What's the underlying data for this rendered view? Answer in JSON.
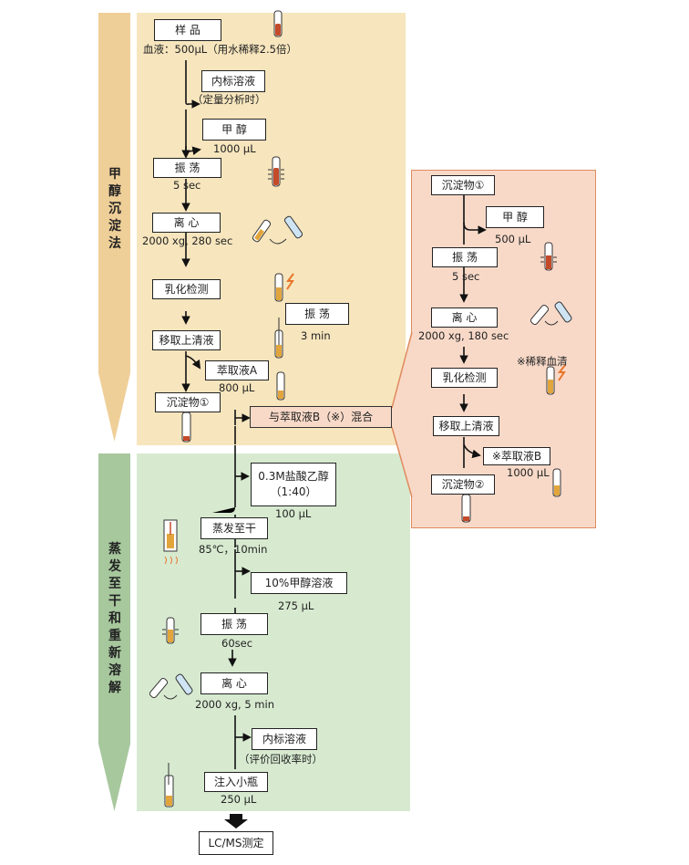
{
  "colors": {
    "methanol_panel": "#f6e5bd",
    "methanol_arrow": "#efcf98",
    "dry_panel": "#d7ead0",
    "dry_arrow": "#a7c79d",
    "reextract_panel": "#f8d9c8",
    "reextract_border": "#e08a5e",
    "tube_liquid": "#e2a53b",
    "tube_red": "#c44a2a",
    "accent_orange": "#e8752a"
  },
  "side_labels": {
    "methanol": "甲醇沉淀法",
    "dry": "蒸发至干和重新溶解"
  },
  "main": {
    "sample": "样 品",
    "sample_note": "血液：500μL（用水稀释2.5倍）",
    "internal_std": "内标溶液",
    "internal_std_note": "（定量分析时）",
    "methanol": "甲 醇",
    "methanol_vol": "1000 μL",
    "shake": "振 荡",
    "shake_time": "5 sec",
    "centrifuge": "离 心",
    "centrifuge_cond": "2000 xg, 280 sec",
    "emulsion": "乳化检测",
    "shake2": "振 荡",
    "shake2_time": "3 min",
    "transfer": "移取上清液",
    "extract_a": "萃取液A",
    "extract_a_vol": "800 μL",
    "precipitate1": "沉淀物①",
    "mix_b": "与萃取液B（※）混合"
  },
  "dry": {
    "hcl": "0.3M盐酸乙醇",
    "hcl_ratio": "（1:40）",
    "hcl_vol": "100 μL",
    "evaporate": "蒸发至干",
    "evaporate_cond": "85℃，10min",
    "meoh10": "10%甲醇溶液",
    "meoh10_vol": "275 μL",
    "shake": "振 荡",
    "shake_time": "60sec",
    "centrifuge": "离 心",
    "centrifuge_cond": "2000 xg, 5 min",
    "internal_std": "内标溶液",
    "internal_std_note": "（评价回收率时）",
    "inject": "注入小瓶",
    "inject_vol": "250 μL",
    "lcms": "LC/MS测定"
  },
  "reextract": {
    "precipitate1": "沉淀物①",
    "methanol": "甲 醇",
    "methanol_vol": "500 μL",
    "shake": "振 荡",
    "shake_time": "5 sec",
    "centrifuge": "离 心",
    "centrifuge_cond": "2000 xg, 180 sec",
    "diluted_serum": "※稀释血清",
    "emulsion": "乳化检测",
    "transfer": "移取上清液",
    "extract_b": "※萃取液B",
    "extract_b_vol": "1000 μL",
    "precipitate2": "沉淀物②"
  }
}
